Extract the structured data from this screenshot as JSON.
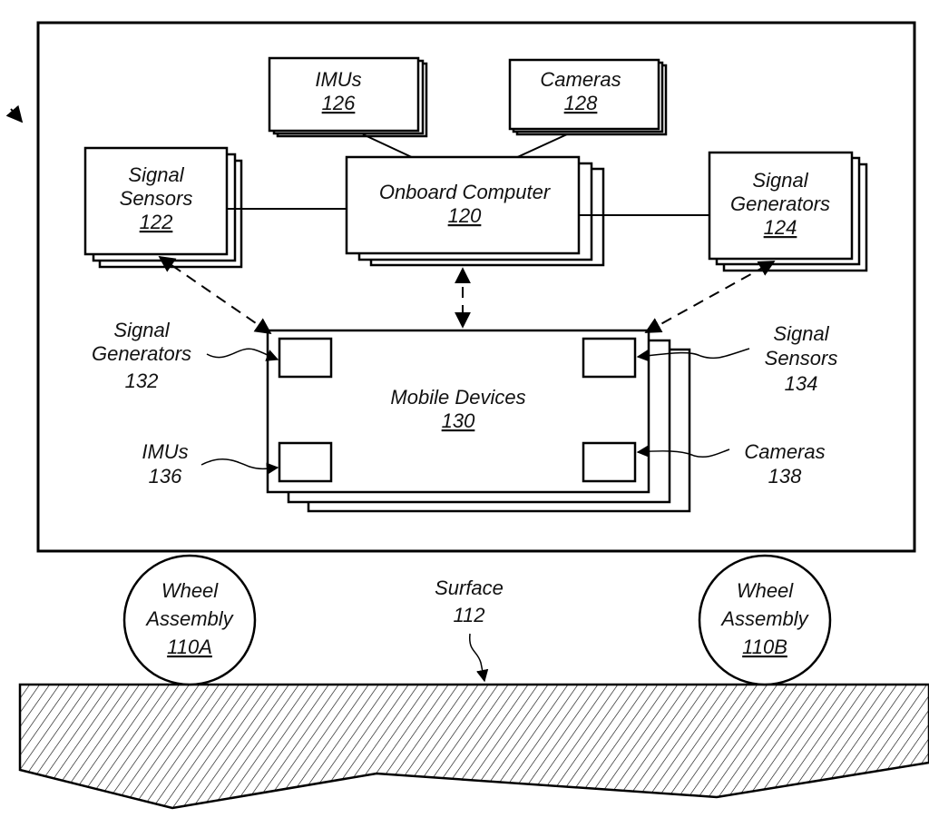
{
  "diagram": {
    "figure_arrow": "pointer-arrow",
    "vehicle_frame": {
      "label": ""
    },
    "onboard": {
      "imus": {
        "name": "IMUs",
        "ref": "126"
      },
      "cameras": {
        "name": "Cameras",
        "ref": "128"
      },
      "computer": {
        "name": "Onboard Computer",
        "ref": "120"
      },
      "signal_sensors": {
        "line1": "Signal",
        "line2": "Sensors",
        "ref": "122"
      },
      "signal_generators": {
        "line1": "Signal",
        "line2": "Generators",
        "ref": "124"
      }
    },
    "mobile": {
      "name": "Mobile Devices",
      "ref": "130",
      "signal_generators": {
        "line1": "Signal",
        "line2": "Generators",
        "ref": "132"
      },
      "signal_sensors": {
        "line1": "Signal",
        "line2": "Sensors",
        "ref": "134"
      },
      "imus": {
        "line1": "IMUs",
        "ref": "136"
      },
      "cameras": {
        "line1": "Cameras",
        "ref": "138"
      }
    },
    "wheels": [
      {
        "line1": "Wheel",
        "line2": "Assembly",
        "ref": "110A"
      },
      {
        "line1": "Wheel",
        "line2": "Assembly",
        "ref": "110B"
      }
    ],
    "surface": {
      "name": "Surface",
      "ref": "112"
    }
  }
}
